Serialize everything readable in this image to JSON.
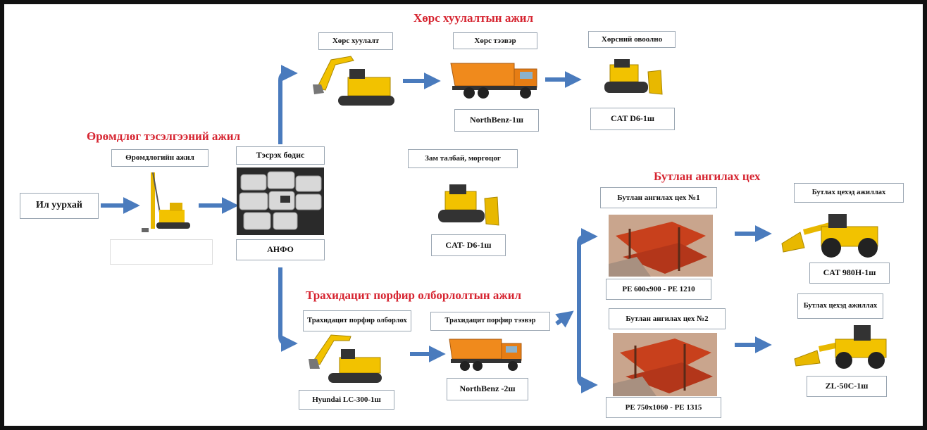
{
  "sections": {
    "overburden": "Хөрс хуулалтын ажил",
    "drilling": "Өрөмдлөг тэсэлгээний ажил",
    "porphyry": "Трахидацит порфир олборлолтын ажил",
    "crushing": "Бутлан ангилах цех"
  },
  "labels": {
    "open_pit": "Ил уурхай",
    "drilling_work": "Өрөмдлөгийн ажил",
    "explosive": "Тэсрэх бодис",
    "anfo": "АНФО",
    "stripping": "Хөрс хуулалт",
    "soil_transport": "Хөрс тээвэр",
    "soil_dump": "Хөрсний овоолно",
    "northbenz_1": "NorthBenz-1ш",
    "cat_d6_1": "CAT D6-1ш",
    "road_area": "Зам талбай, моргоцог",
    "cat_d6_2": "CAT- D6-1ш",
    "porphyry_mining": "Трахидацит порфир олборлох",
    "hyundai": "Hyundai LC-300-1ш",
    "porphyry_transport": "Трахидацит порфир тээвэр",
    "northbenz_2": "NorthBenz -2ш",
    "crush_shop_1": "Бутлан ангилах цех №1",
    "pe_1": "PE 600x900 - PE 1210",
    "crush_shop_2": "Бутлан ангилах цех №2",
    "pe_2": "PE 750x1060 - PE 1315",
    "crush_work_1": "Бутлах цехэд ажиллах",
    "cat_980h": "CAT 980H-1ш",
    "crush_work_2": "Бутлах цехэд ажиллах",
    "zl50c": "ZL-50C-1ш"
  },
  "colors": {
    "accent_red": "#d62430",
    "arrow_blue": "#4a7bbd",
    "machine_yellow": "#f2c200",
    "truck_orange": "#f08a1c"
  }
}
